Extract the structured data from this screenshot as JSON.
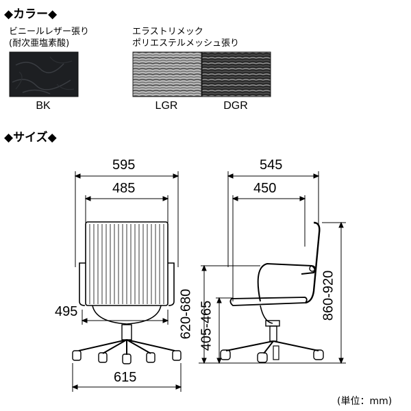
{
  "colors_section": {
    "heading": "◆カラー◆",
    "groups": [
      {
        "line1": "ビニールレザー張り",
        "line2": "(耐次亜塩素酸)"
      },
      {
        "line1": "エラストリメック",
        "line2": "ポリエステルメッシュ張り"
      }
    ],
    "swatches": [
      {
        "code": "BK",
        "color": "#1d1f22"
      },
      {
        "code": "LGR",
        "color": "#9a9a9a"
      },
      {
        "code": "DGR",
        "color": "#2e2e2e"
      }
    ]
  },
  "size_section": {
    "heading": "◆サイズ◆",
    "dims": {
      "front_width_top": "595",
      "front_back_width": "485",
      "front_seat_width": "495",
      "front_base_width": "615",
      "side_depth_total": "545",
      "side_depth_seat": "450",
      "arm_height": "620-680",
      "seat_height": "405-465",
      "total_height": "860-920"
    },
    "unit_note": "(単位：mm)"
  }
}
